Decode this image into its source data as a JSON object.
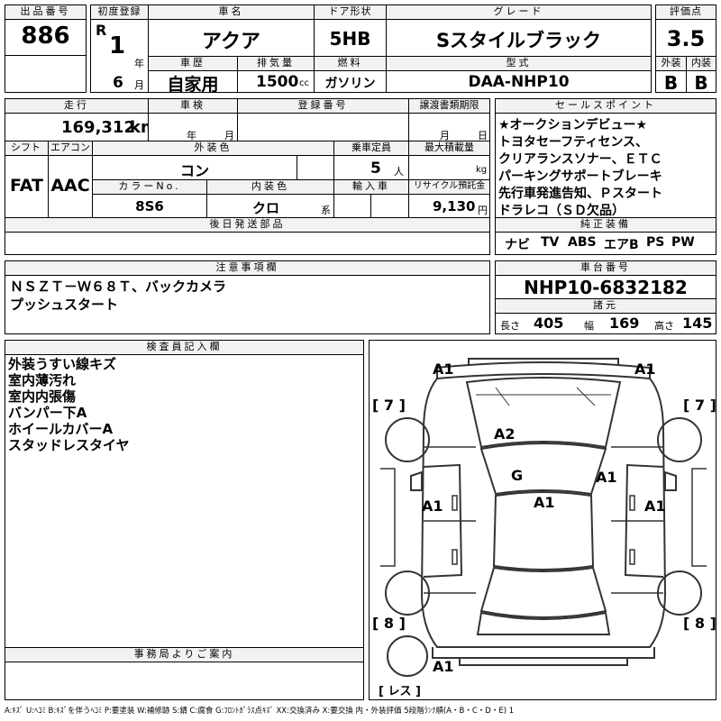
{
  "lot": {
    "label": "出品番号",
    "value": "886"
  },
  "first_reg": {
    "label": "初度登録",
    "era": "R",
    "year": "1",
    "year_unit": "年",
    "month": "6",
    "month_unit": "月"
  },
  "car_name": {
    "label": "車名",
    "value": "アクア"
  },
  "door": {
    "label": "ドア形状",
    "value": "5HB"
  },
  "grade": {
    "label": "グレード",
    "value": "Sスタイルブラック"
  },
  "rating": {
    "label": "評価点",
    "value": "3.5",
    "ext_label": "外装",
    "int_label": "内装",
    "ext": "B",
    "int": "B"
  },
  "history": {
    "label": "車歴",
    "value": "自家用"
  },
  "displacement": {
    "label": "排気量",
    "value": "1500",
    "unit": "cc"
  },
  "fuel": {
    "label": "燃料",
    "value": "ガソリン"
  },
  "model": {
    "label": "型式",
    "value": "DAA-NHP10"
  },
  "mileage": {
    "label": "走行",
    "value": "169,312",
    "unit": "km"
  },
  "inspection": {
    "label": "車検",
    "year_unit": "年",
    "month_unit": "月"
  },
  "registration": {
    "label": "登録番号"
  },
  "transfer_deadline": {
    "label": "譲渡書類期限",
    "month_unit": "月",
    "day_unit": "日"
  },
  "shift": {
    "label": "シフト",
    "value": "FAT"
  },
  "aircon": {
    "label": "エアコン",
    "value": "AAC"
  },
  "ext_color": {
    "label": "外装色",
    "value": "コン"
  },
  "capacity": {
    "label": "乗車定員",
    "value": "5",
    "unit": "人"
  },
  "max_load": {
    "label": "最大積載量",
    "unit": "kg"
  },
  "color_no": {
    "label": "カラーNo.",
    "value": "8S6"
  },
  "int_color": {
    "label": "内装色",
    "value": "クロ",
    "unit": "系"
  },
  "import": {
    "label": "輸入車"
  },
  "recycle": {
    "label": "リサイクル預託金",
    "value": "9,130",
    "unit": "円"
  },
  "later_parts": {
    "label": "後日発送部品"
  },
  "sales_points": {
    "label": "セールスポイント",
    "lines": [
      "★オークションデビュー★",
      "トヨタセーフティセンス、",
      "クリアランスソナー、ＥＴＣ",
      "パーキングサポートブレーキ",
      "先行車発進告知、Ｐスタート",
      "ドラレコ（ＳＤ欠品）"
    ]
  },
  "equipment": {
    "label": "純正装備",
    "items": [
      "ナビ",
      "TV",
      "ABS",
      "エアB",
      "PS",
      "PW"
    ]
  },
  "notes": {
    "label": "注意事項欄",
    "lines": [
      "ＮＳＺＴ－Ｗ６８Ｔ、バックカメラ",
      "プッシュスタート"
    ]
  },
  "chassis": {
    "label": "車台番号",
    "value": "NHP10-6832182"
  },
  "specs": {
    "label": "諸元",
    "length_label": "長さ",
    "length": "405",
    "width_label": "幅",
    "width": "169",
    "height_label": "高さ",
    "height": "145"
  },
  "inspector": {
    "label": "検査員記入欄",
    "lines": [
      "外装うすい線キズ",
      "室内薄汚れ",
      "室内内張傷",
      "バンパー下A",
      "ホイールカバーA",
      "スタッドレスタイヤ"
    ]
  },
  "office": {
    "label": "事務局よりご案内"
  },
  "diagram": {
    "marks": {
      "front_left": "A1",
      "front_right": "A1",
      "hood": "A2",
      "windshield": "G",
      "windshield_right": "A1",
      "roof": "A1",
      "left_side": "A1",
      "right_side": "A1",
      "rear": "A1"
    },
    "tires": {
      "front_left": "7",
      "front_right": "7",
      "rear_left": "8",
      "rear_right": "8",
      "spare": "レス"
    }
  },
  "legend": "A:ｷｽﾞ U:ﾍｺﾐ B:ｷｽﾞを伴うﾍｺﾐ P:要塗装 W:補修跡 S:錆 C:腐食 G:ﾌﾛﾝﾄｶﾞﾗｽ点ｷｽﾞ XX:交換済み X:要交換 内・外装評価 5段階ﾗﾝｸ順(A・B・C・D・E) 1"
}
